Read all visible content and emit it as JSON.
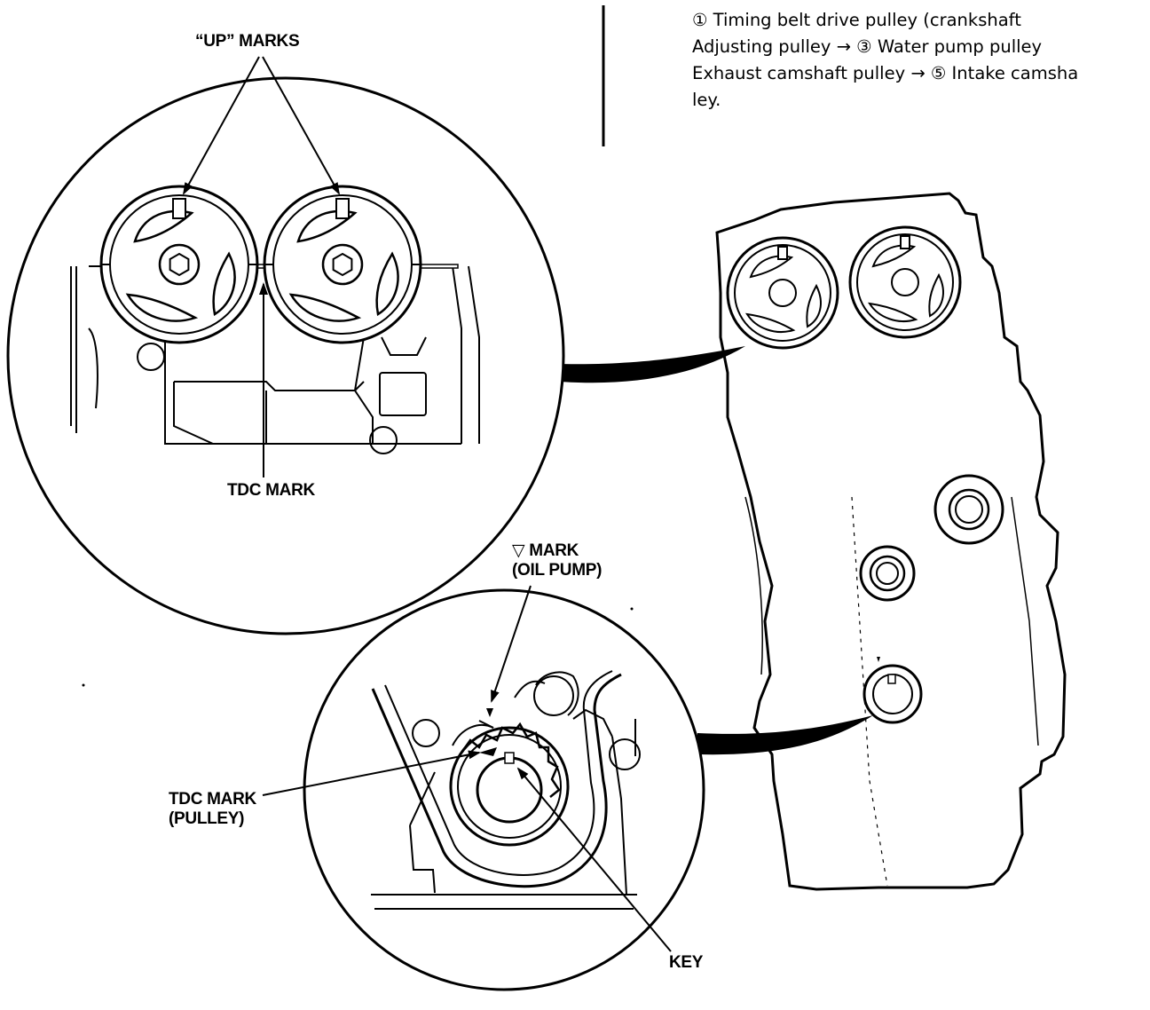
{
  "labels": {
    "up_marks": "“UP” MARKS",
    "tdc_mark_cam": "TDC MARK",
    "v_mark_line1": "▽ MARK",
    "v_mark_line2": "(OIL PUMP)",
    "tdc_mark_pulley_line1": "TDC MARK",
    "tdc_mark_pulley_line2": "(PULLEY)",
    "key": "KEY"
  },
  "instructions": {
    "line1": "① Timing belt drive pulley (crankshaft",
    "line2": "Adjusting pulley → ③ Water pump pulley",
    "line3": "Exhaust camshaft pulley → ⑤ Intake camsha",
    "line4": "ley."
  },
  "colors": {
    "ink": "#000000",
    "paper": "#ffffff"
  }
}
